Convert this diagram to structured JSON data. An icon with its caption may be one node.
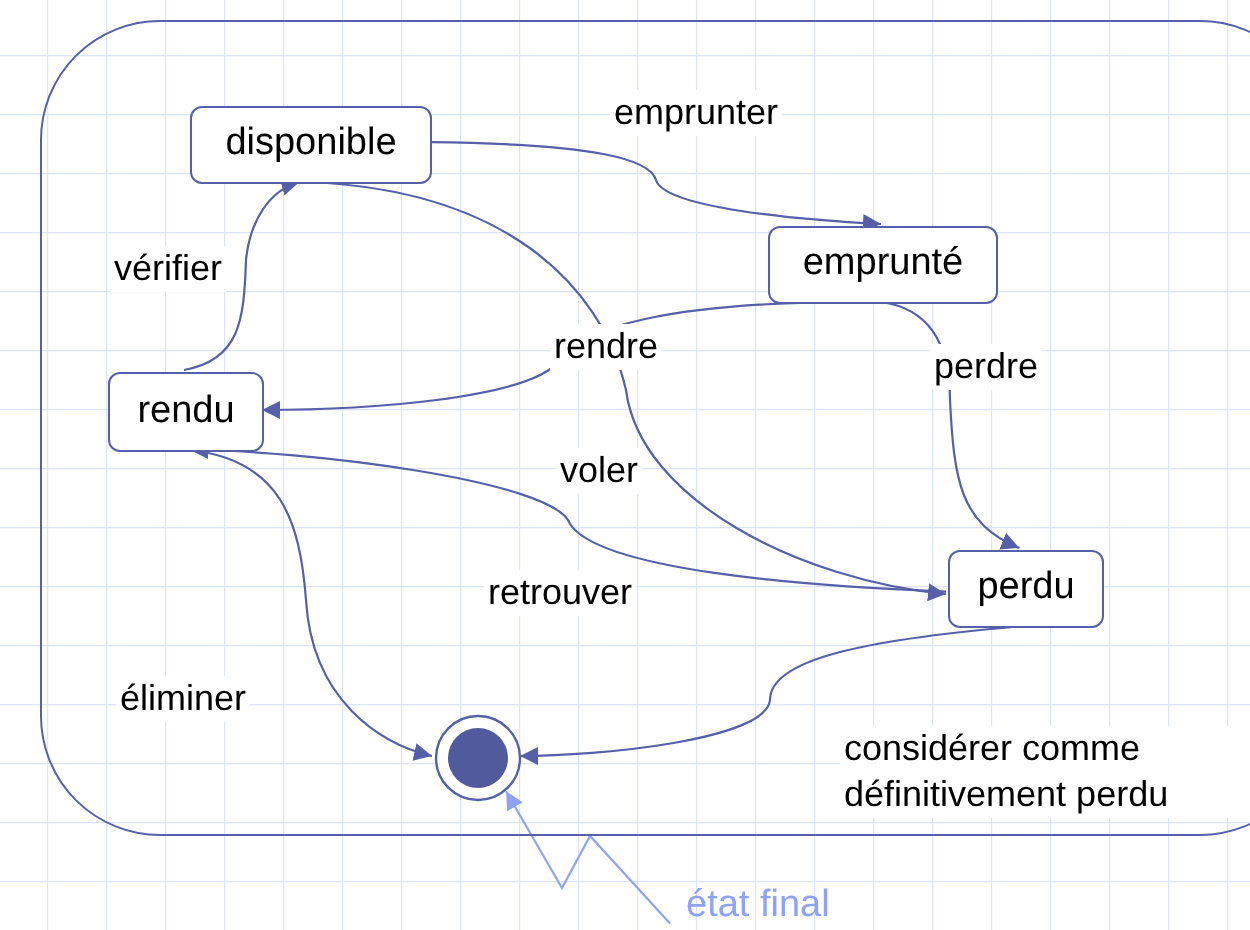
{
  "diagram": {
    "nodes": [
      {
        "text": [],
        "shape": "box"
      },
      {
        "text": [
          "disponible"
        ],
        "in": 0
      },
      {
        "text": [
          "emprunté"
        ],
        "in": 0
      },
      {
        "text": [
          "rendu"
        ],
        "in": 0
      },
      {
        "text": [
          "perdu"
        ],
        "in": 0
      },
      {
        "text": [],
        "shape": "circle",
        "in": 0
      },
      {
        "text": [
          "état final"
        ]
      }
    ],
    "edges": [
      {
        "from": 1,
        "to": 2,
        "arrow": "to",
        "label": "emprunter"
      },
      {
        "from": 2,
        "to": 3,
        "arrow": "to",
        "label": "rendre"
      },
      {
        "from": 2,
        "to": 4,
        "arrow": "to",
        "label": "perdre"
      },
      {
        "from": 1,
        "to": 4,
        "arrow": "to",
        "label": "voler"
      },
      {
        "from": 3,
        "to": 1,
        "arrow": "to",
        "label": "vérifier"
      },
      {
        "from": 4,
        "to": 3,
        "arrow": "to",
        "label": "retrouver"
      },
      {
        "from": 3,
        "to": 5,
        "arrow": "to",
        "label": "éliminer"
      },
      {
        "from": 4,
        "to": 5,
        "arrow": "to",
        "label": "considérer comme définitivement perdu"
      },
      {
        "from": 6,
        "to": 5,
        "arrow": "to",
        "color": "#8fa3f5"
      }
    ]
  }
}
